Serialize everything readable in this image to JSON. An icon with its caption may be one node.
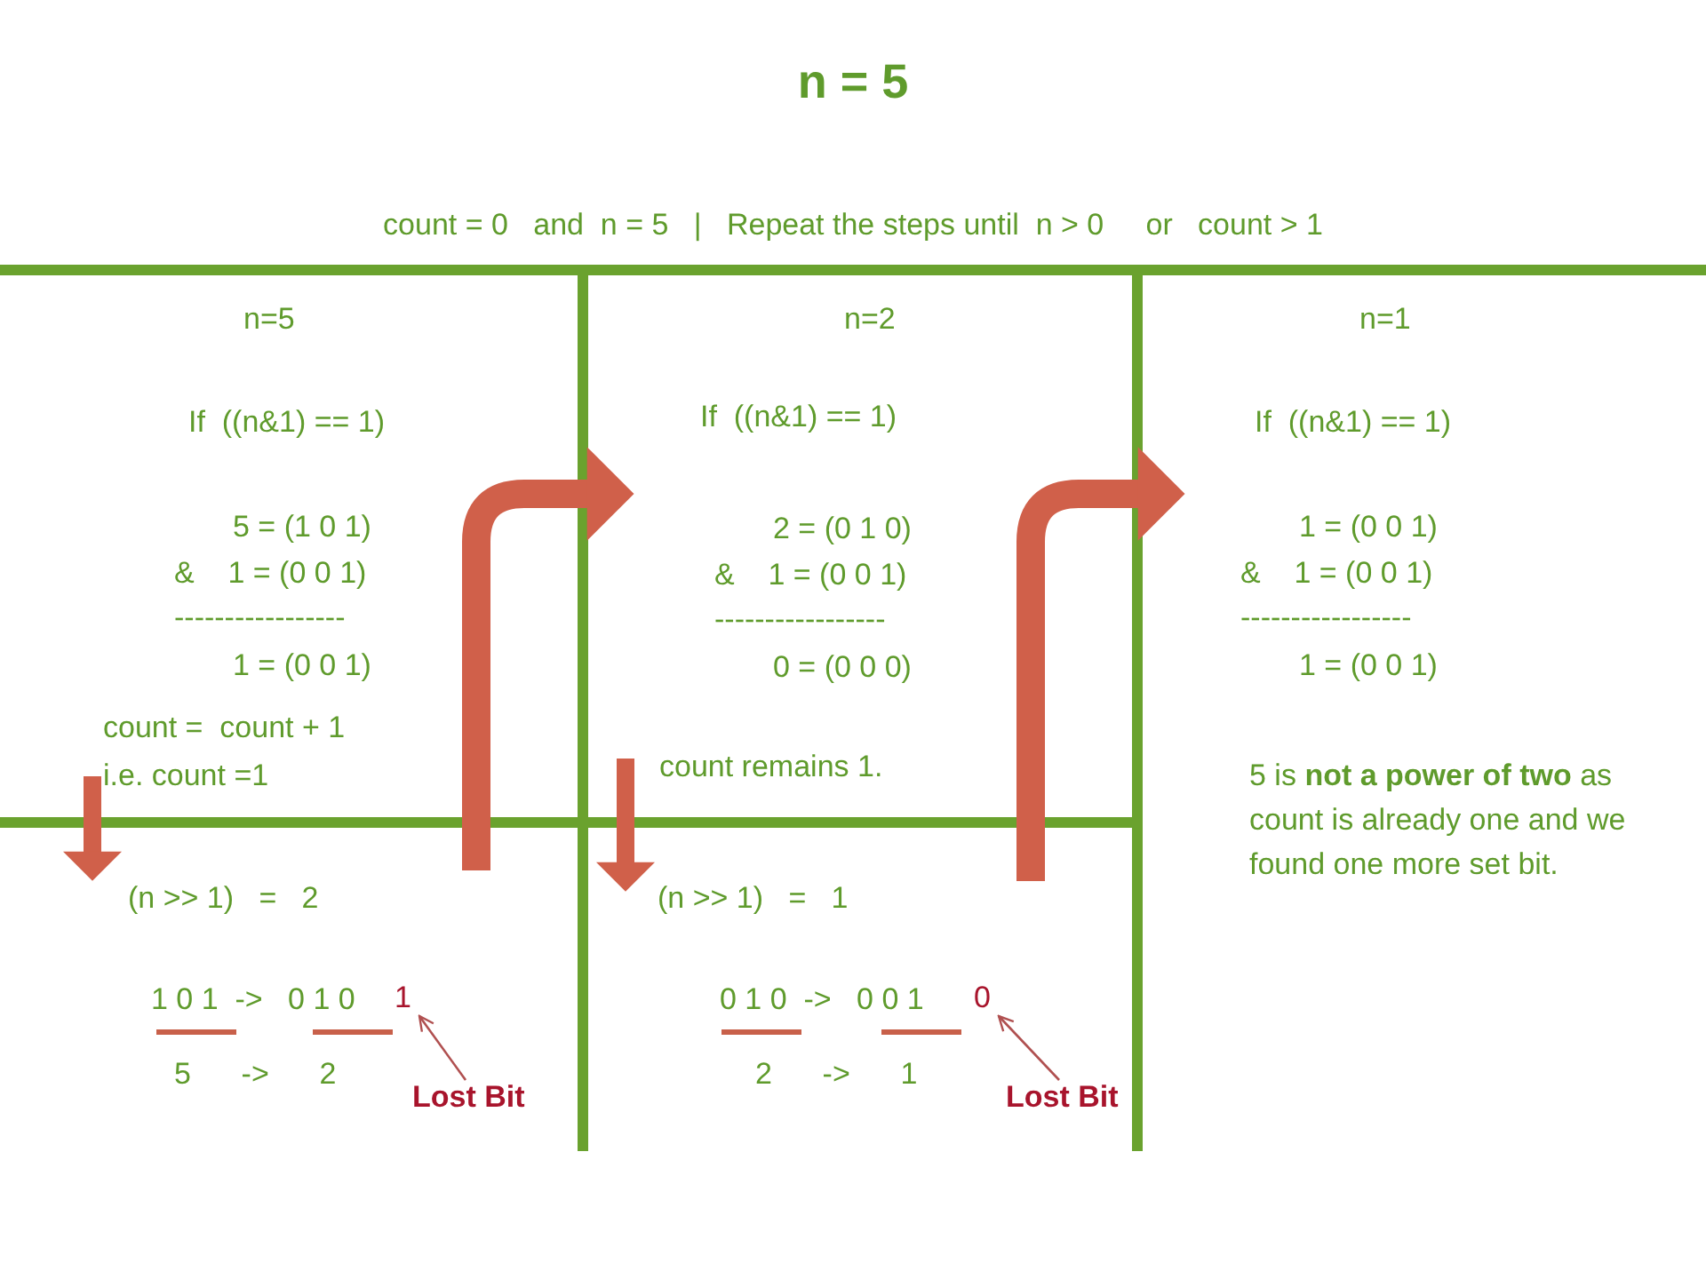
{
  "diagram": {
    "title": "n = 5",
    "nodes": [
      {
        "text": [
          "n=5",
          "If  ((n&1) == 1)",
          "5 = (1 0 1)",
          "&    1 = (0 0 1)",
          "-----------------",
          "1 = (0 0 1)",
          "count =  count + 1",
          "i.e. count =1"
        ]
      },
      {
        "text": [
          "(n >> 1)   =   2",
          "1 0 1  ->   0 1 0",
          "5      ->      2"
        ]
      },
      {
        "text": [
          "1"
        ],
        "in": 1
      },
      {
        "text": [
          "Lost Bit"
        ],
        "in": 1
      },
      {
        "text": [
          "n=2",
          "If  ((n&1) == 1)",
          "2 = (0 1 0)",
          "&    1 = (0 0 1)",
          "-----------------",
          "0 = (0 0 0)",
          "count remains 1."
        ]
      },
      {
        "text": [
          "(n >> 1)   =   1",
          "0 1 0  ->   0 0 1",
          "2      ->      1"
        ]
      },
      {
        "text": [
          "0"
        ],
        "in": 5
      },
      {
        "text": [
          "Lost Bit"
        ],
        "in": 5
      },
      {
        "text": [
          "n=1",
          "If  ((n&1) == 1)",
          "1 = (0 0 1)",
          "&    1 = (0 0 1)",
          "-----------------",
          "1 = (0 0 1)",
          "5 is **not a power of two** as count is already one and we found one more set bit."
        ]
      }
    ],
    "edges": [
      {
        "from": 0,
        "to": 1,
        "arrow": "to"
      },
      {
        "from": 1,
        "to": 4,
        "arrow": "to"
      },
      {
        "from": 3,
        "to": 2,
        "arrow": "to"
      },
      {
        "from": 4,
        "to": 5,
        "arrow": "to"
      },
      {
        "from": 5,
        "to": 8,
        "arrow": "to"
      },
      {
        "from": 7,
        "to": 6,
        "arrow": "to"
      }
    ],
    "labels": [
      "count = 0   and  n = 5   |   Repeat the steps until  n > 0     or   count > 1"
    ]
  }
}
